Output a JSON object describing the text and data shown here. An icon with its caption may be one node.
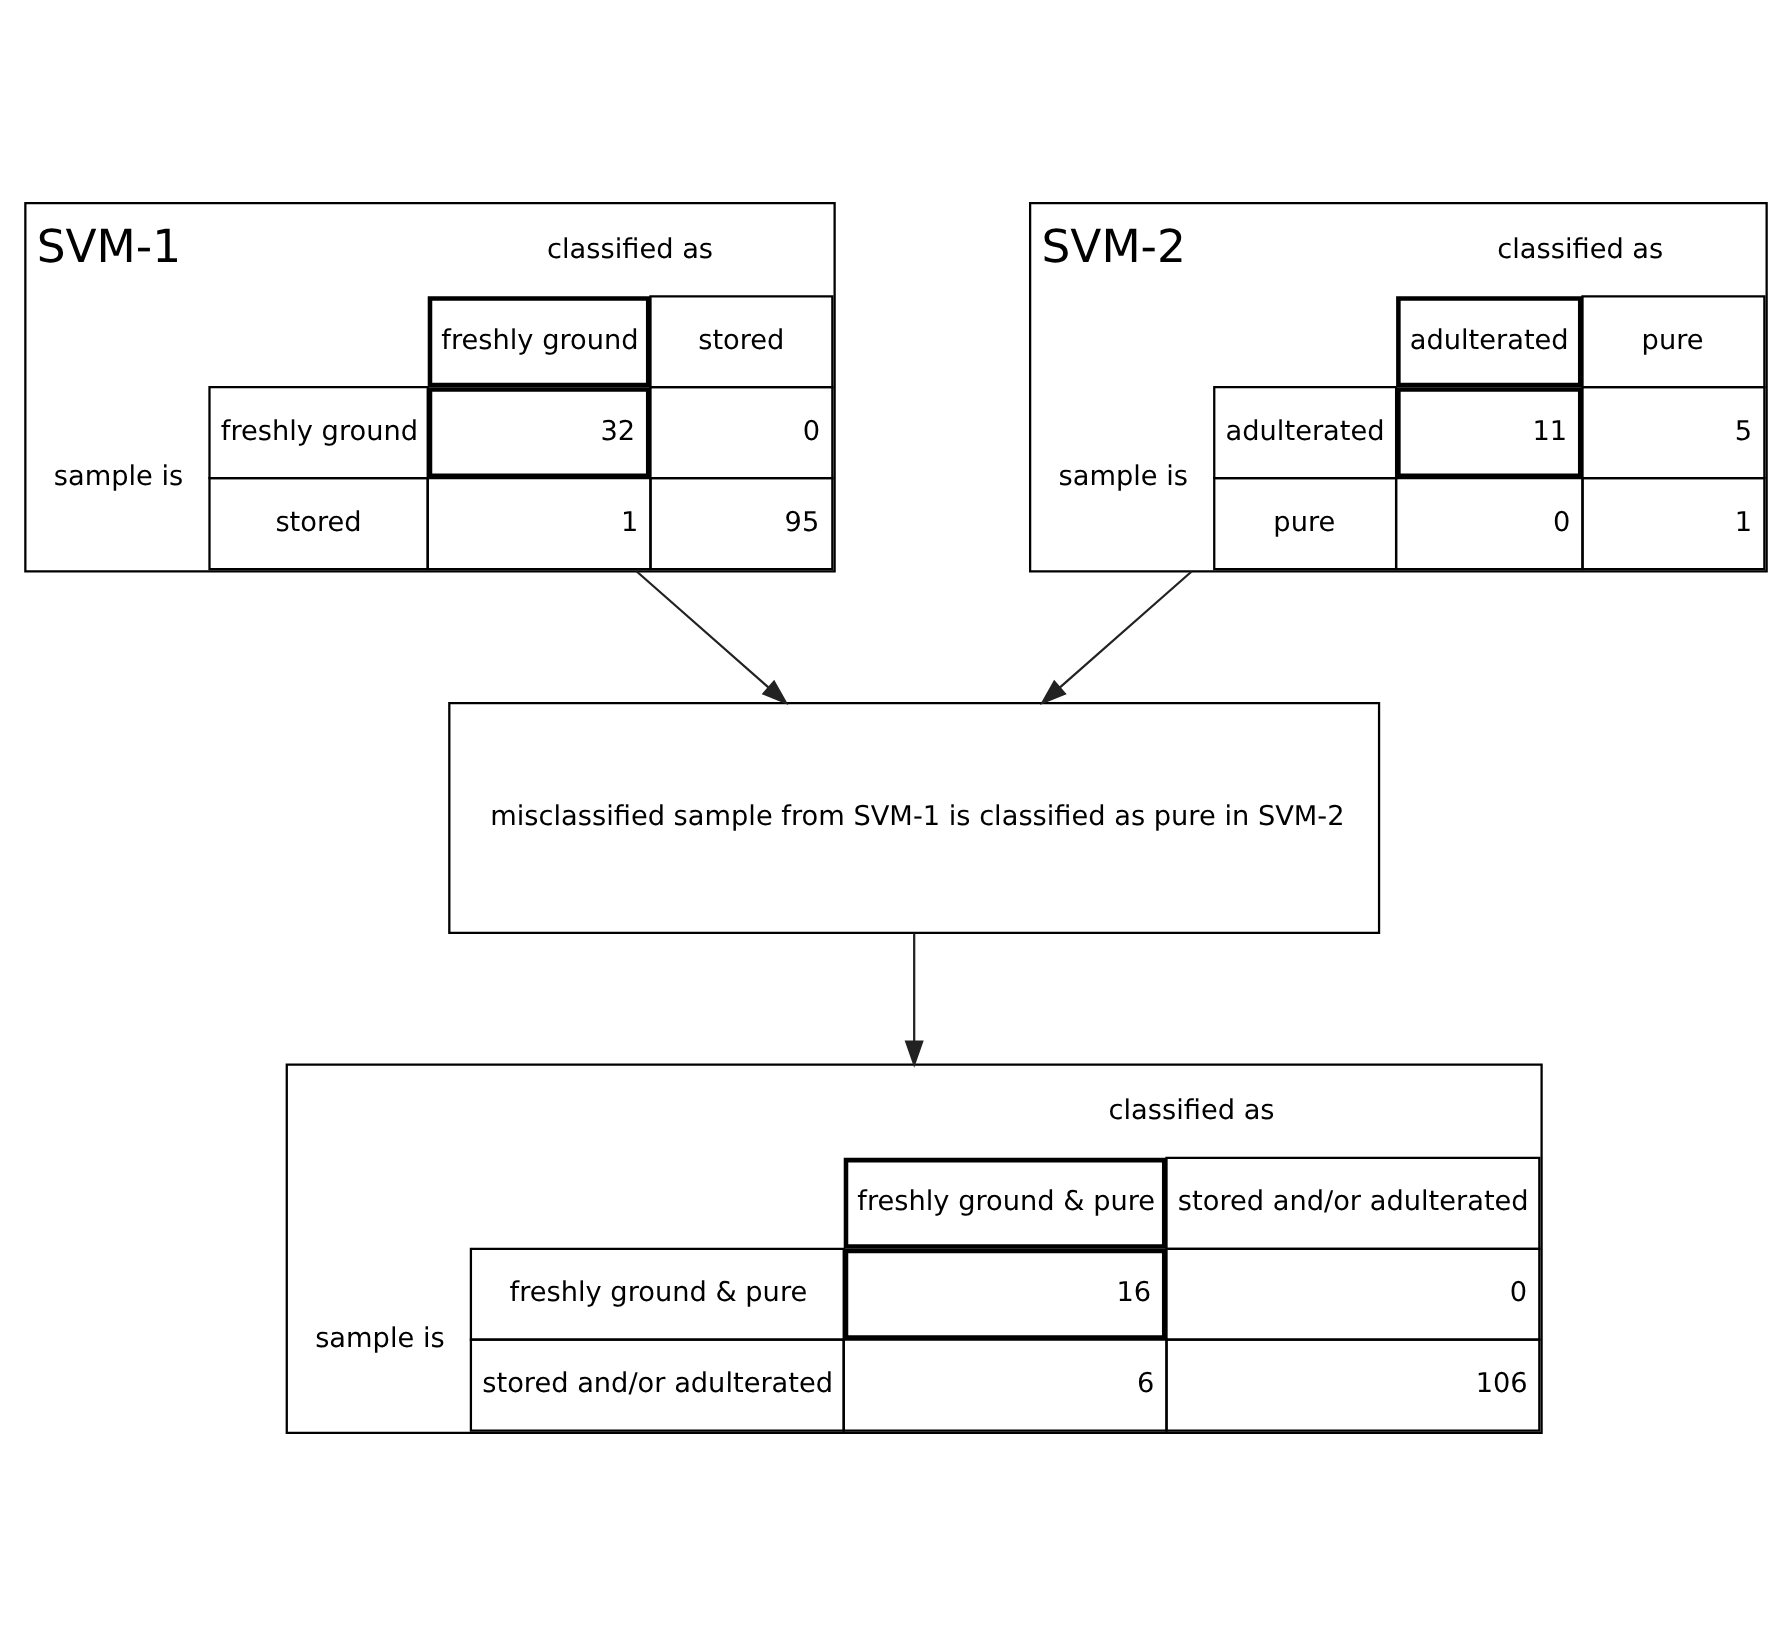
{
  "diagram": {
    "nodes": [
      {
        "text": [
          "SVM-1",
          "classified as",
          "freshly ground",
          "stored",
          "sample is",
          "freshly ground",
          "32",
          "0",
          "stored",
          "1",
          "95"
        ]
      },
      {
        "text": [
          "SVM-2",
          "classified as",
          "adulterated",
          "pure",
          "sample is",
          "adulterated",
          "11",
          "5",
          "pure",
          "0",
          "1"
        ]
      },
      {
        "text": [
          "misclassified sample from SVM-1 is classified as pure in SVM-2"
        ]
      },
      {
        "text": [
          "classified as",
          "freshly ground & pure",
          "stored and/or adulterated",
          "sample is",
          "freshly ground & pure",
          "16",
          "0",
          "stored and/or adulterated",
          "6",
          "106"
        ]
      }
    ],
    "edges": [
      {
        "from": 0,
        "to": 2,
        "arrow": "to"
      },
      {
        "from": 1,
        "to": 2,
        "arrow": "to"
      },
      {
        "from": 2,
        "to": 3,
        "arrow": "to"
      }
    ]
  }
}
